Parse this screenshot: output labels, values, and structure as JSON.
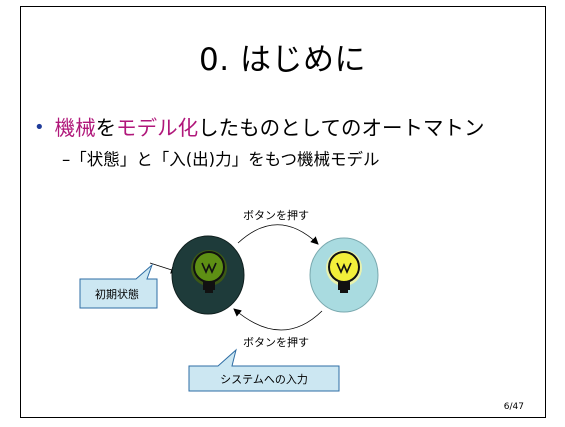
{
  "slide": {
    "title": "0. はじめに",
    "bullet": {
      "part1": "機械",
      "part2": "を",
      "part3": "モデル化",
      "part4": "したものとしてのオートマトン"
    },
    "sub_bullet": "–「状態」と「入(出)力」をもつ機械モデル",
    "page_number": "6/47"
  },
  "diagram": {
    "top_arrow_label": "ボタンを押す",
    "bottom_arrow_label": "ボタンを押す",
    "initial_state_label": "初期状態",
    "system_input_label": "システムへの入力",
    "states": [
      {
        "name": "off",
        "fill": "#1e3b3a",
        "bulb": "#5e8f14"
      },
      {
        "name": "on",
        "fill": "#a9dbe0",
        "bulb": "#f2ef3a"
      }
    ],
    "colors": {
      "accent": "#b0177a",
      "bullet": "#1f3b99",
      "callout_fill": "#cce7f2",
      "callout_stroke": "#2e6da4"
    }
  }
}
